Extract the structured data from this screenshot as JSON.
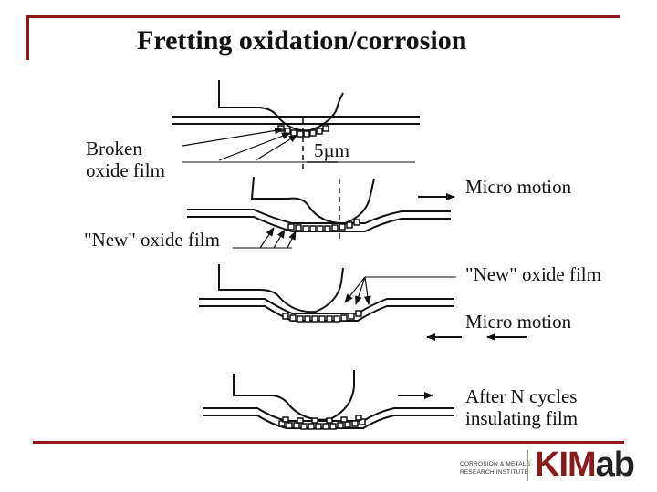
{
  "title": "Fretting oxidation/corrosion",
  "labels": {
    "broken_line1": "Broken",
    "broken_line2": "oxide film",
    "scale": "5µm",
    "micro_motion_1": "Micro motion",
    "new_oxide_1": "\"New\" oxide film",
    "new_oxide_2": "\"New\" oxide film",
    "micro_motion_2": "Micro motion",
    "after_line1": "After N cycles",
    "after_line2": "insulating film"
  },
  "logo": {
    "tagline_line1": "CORROSION & METALS",
    "tagline_line2": "RESEARCH INSTITUTE",
    "mark_ki": "KIM",
    "mark_ab": "ab"
  },
  "colors": {
    "accent": "#8b1a1a",
    "ink": "#111111"
  }
}
